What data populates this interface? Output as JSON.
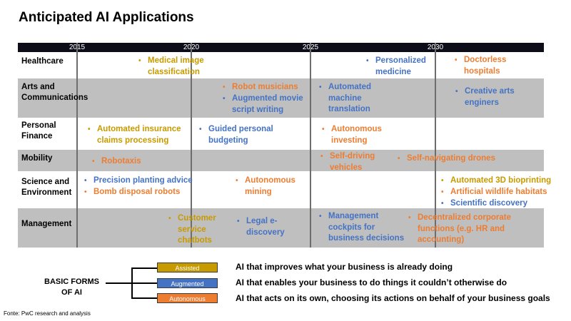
{
  "title": "Anticipated AI Applications",
  "years": [
    "2015",
    "2020",
    "2025",
    "2030"
  ],
  "rows": {
    "healthcare": "Healthcare",
    "arts": "Arts and Communications",
    "finance_l1": "Personal",
    "finance_l2": "Finance",
    "mobility": "Mobility",
    "science_l1": "Science and",
    "science_l2": "Environment",
    "management": "Management"
  },
  "items": {
    "medical_l1": "Medical image",
    "medical_l2": "classification",
    "personalized_l1": "Personalized",
    "personalized_l2": "medicine",
    "doctorless_l1": "Doctorless",
    "doctorless_l2": "hospitals",
    "robot_musicians": "Robot musicians",
    "aug_script_l1": "Augmented movie",
    "aug_script_l2": "script writing",
    "translation_l1": "Automated",
    "translation_l2": "machine",
    "translation_l3": "translation",
    "creative_l1": "Creative arts",
    "creative_l2": "enginers",
    "insurance_l1": "Automated insurance",
    "insurance_l2": "claims processing",
    "budgeting_l1": "Guided personal",
    "budgeting_l2": "budgeting",
    "investing_l1": "Autonomous",
    "investing_l2": "investing",
    "robotaxis": "Robotaxis",
    "selfdriving_l1": "Self-driving",
    "selfdriving_l2": "vehicles",
    "drones": "Self-navigating drones",
    "planting": "Precision planting advice",
    "bomb": "Bomb disposal robots",
    "mining_l1": "Autonomous",
    "mining_l2": "mining",
    "bioprinting": "Automated 3D bioprinting",
    "wildlife": "Artificial wildlife habitats",
    "scientific": "Scientific discovery",
    "chatbots_l1": "Customer",
    "chatbots_l2": "service",
    "chatbots_l3": "chatbots",
    "legal_l1": "Legal e-",
    "legal_l2": "discovery",
    "cockpits_l1": "Management",
    "cockpits_l2": "cockpits for",
    "cockpits_l3": "business decisions",
    "decentral_l1": "Decentralized corporate",
    "decentral_l2": "functions (e.g. HR and",
    "decentral_l3": "accounting)"
  },
  "bullet": "•",
  "legend": {
    "label_l1": "BASIC FORMS",
    "label_l2": "OF AI",
    "assisted": "Assisted",
    "augmented": "Augmented",
    "autonomous": "Autonomous",
    "assisted_desc": "AI that improves what your business is already doing",
    "augmented_desc": "AI that enables your business to do things it couldn’t otherwise do",
    "autonomous_desc": "AI that acts on its own, choosing its actions on behalf of your business goals"
  },
  "colors": {
    "assisted": "#c79a00",
    "augmented": "#4472c4",
    "autonomous": "#ed7d31",
    "row_shade": "#bfbfbf",
    "timeline": "#0d0d1a"
  },
  "source": "Fonte: PwC research and analysis"
}
